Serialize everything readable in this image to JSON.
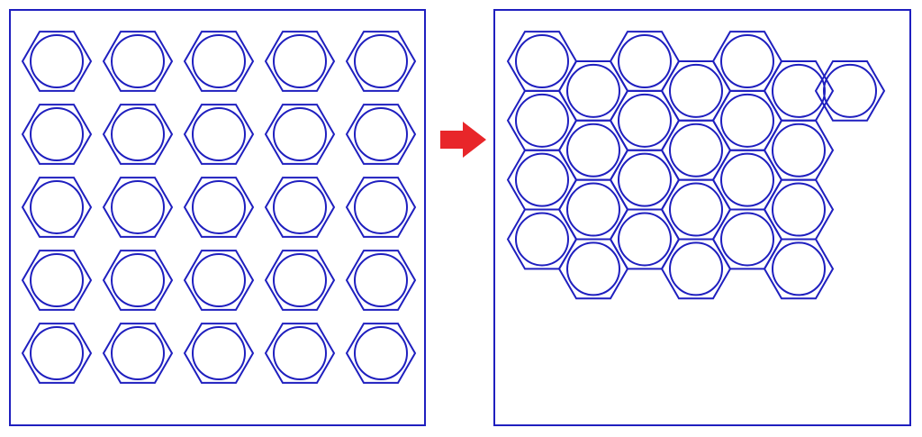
{
  "colors": {
    "stroke": "#1f1fbf",
    "arrow": "#e8262a",
    "background": "#ffffff"
  },
  "left_panel": {
    "layout": "square-grid",
    "rows": 5,
    "cols": 5,
    "cell_shape": "hexagon-with-inscribed-circle"
  },
  "arrow": {
    "icon": "arrow-right-icon",
    "direction": "right"
  },
  "right_panel": {
    "layout": "honeycomb",
    "cell_shape": "hexagon-with-inscribed-circle",
    "column_cell_counts": [
      4,
      4,
      4,
      4,
      4,
      4,
      1
    ],
    "total_cells": 25
  }
}
